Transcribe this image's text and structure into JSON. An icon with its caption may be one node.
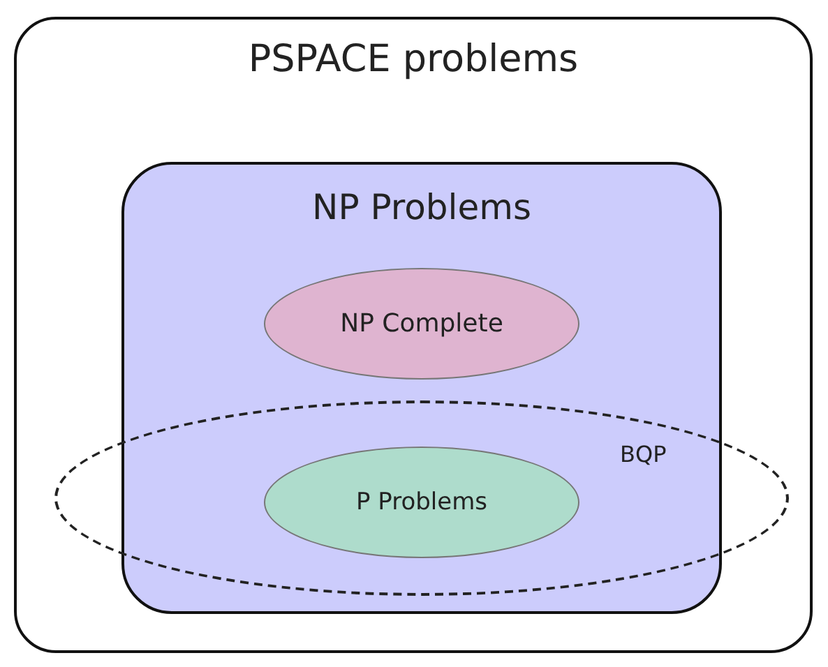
{
  "diagram": {
    "nodes": [
      {
        "text": [
          "PSPACE problems"
        ]
      },
      {
        "text": [
          "NP Problems"
        ],
        "in": 0
      },
      {
        "text": [
          "NP Complete"
        ],
        "in": 1
      },
      {
        "text": [
          "BQP"
        ],
        "in": 0
      },
      {
        "text": [
          "P Problems"
        ],
        "in": 3
      }
    ],
    "edges": []
  }
}
